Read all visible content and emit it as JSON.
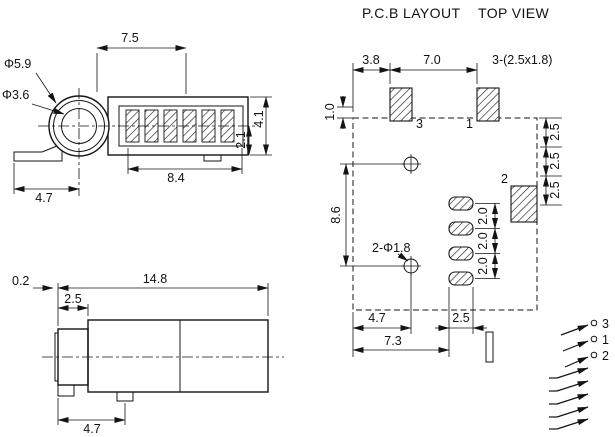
{
  "title": {
    "left": "P.C.B LAYOUT",
    "right": "TOP VIEW"
  },
  "front_view": {
    "dia_outer": "Φ5.9",
    "dia_inner": "Φ3.6",
    "width_top": "7.5",
    "height_body": "4.1",
    "height_inner": "2.1",
    "width_body": "8.4",
    "width_foot": "4.7"
  },
  "side_view": {
    "lip": "0.2",
    "total_length": "14.8",
    "bezel": "2.5",
    "foot_offset": "4.7"
  },
  "pcb": {
    "pad_offset": "3.8",
    "pad_pitch": "7.0",
    "pad_note": "3-(2.5x1.8)",
    "edge_offset": "1.0",
    "right_a": "2.5",
    "right_b": "2.5",
    "right_c": "2.5",
    "hole_pitch": "8.6",
    "hole_note": "2-Φ1.8",
    "pitch_a": "2.0",
    "pitch_b": "2.0",
    "pitch_c": "2.0",
    "bottom_a": "4.7",
    "bottom_b": "2.5",
    "bottom_c": "7.3",
    "pin3": "3",
    "pin1": "1",
    "pin2": "2"
  },
  "schematic": {
    "pin3": "3",
    "pin1": "1",
    "pin2": "2"
  }
}
